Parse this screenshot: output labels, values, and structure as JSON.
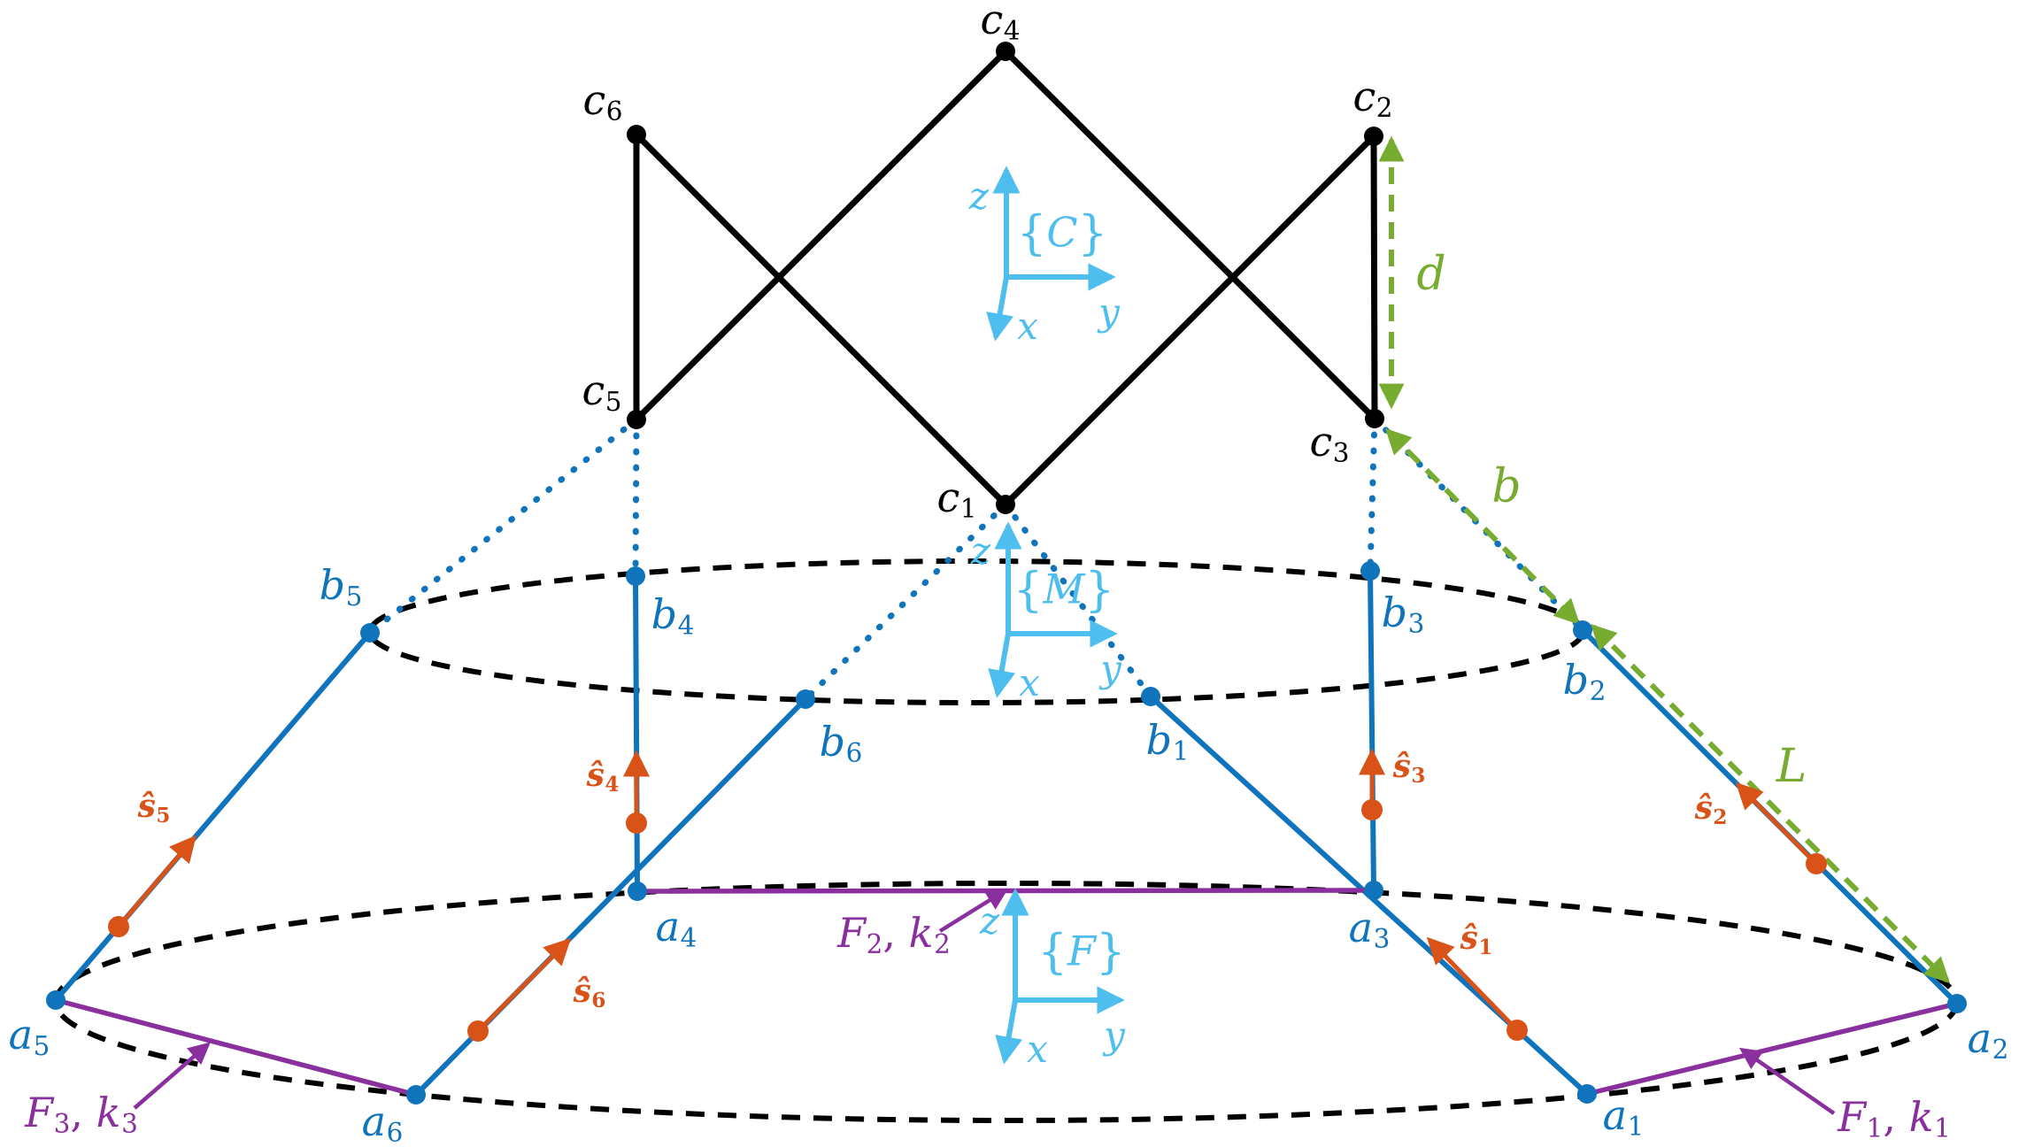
{
  "palette": {
    "background": "#FFFFFF",
    "black": "#000000",
    "blue": "#1074BC",
    "cyan": "#4DBEEE",
    "orange": "#D95319",
    "green": "#77AC30",
    "purple": "#8A2F9E"
  },
  "labels": {
    "c1": {
      "main": "c",
      "sub": "1"
    },
    "c2": {
      "main": "c",
      "sub": "2"
    },
    "c3": {
      "main": "c",
      "sub": "3"
    },
    "c4": {
      "main": "c",
      "sub": "4"
    },
    "c5": {
      "main": "c",
      "sub": "5"
    },
    "c6": {
      "main": "c",
      "sub": "6"
    },
    "b1": {
      "main": "b",
      "sub": "1"
    },
    "b2": {
      "main": "b",
      "sub": "2"
    },
    "b3": {
      "main": "b",
      "sub": "3"
    },
    "b4": {
      "main": "b",
      "sub": "4"
    },
    "b5": {
      "main": "b",
      "sub": "5"
    },
    "b6": {
      "main": "b",
      "sub": "6"
    },
    "a1": {
      "main": "a",
      "sub": "1"
    },
    "a2": {
      "main": "a",
      "sub": "2"
    },
    "a3": {
      "main": "a",
      "sub": "3"
    },
    "a4": {
      "main": "a",
      "sub": "4"
    },
    "a5": {
      "main": "a",
      "sub": "5"
    },
    "a6": {
      "main": "a",
      "sub": "6"
    }
  },
  "vectors": {
    "s1": {
      "main": "ŝ",
      "sub": "1"
    },
    "s2": {
      "main": "ŝ",
      "sub": "2"
    },
    "s3": {
      "main": "ŝ",
      "sub": "3"
    },
    "s4": {
      "main": "ŝ",
      "sub": "4"
    },
    "s5": {
      "main": "ŝ",
      "sub": "5"
    },
    "s6": {
      "main": "ŝ",
      "sub": "6"
    }
  },
  "springs": {
    "F1": {
      "force": "F",
      "force_sub": "1",
      "sep": ", ",
      "stiffness": "k",
      "stiffness_sub": "1"
    },
    "F2": {
      "force": "F",
      "force_sub": "2",
      "sep": ", ",
      "stiffness": "k",
      "stiffness_sub": "2"
    },
    "F3": {
      "force": "F",
      "force_sub": "3",
      "sep": ", ",
      "stiffness": "k",
      "stiffness_sub": "3"
    }
  },
  "dimensions": {
    "d": "d",
    "b": "b",
    "L": "L"
  },
  "frames": {
    "C": {
      "brace_l": "{",
      "letter": "C",
      "brace_r": "}",
      "axes": {
        "x": "x",
        "y": "y",
        "z": "z"
      }
    },
    "M": {
      "brace_l": "{",
      "letter": "M",
      "brace_r": "}",
      "axes": {
        "x": "x",
        "y": "y",
        "z": "z"
      }
    },
    "F": {
      "brace_l": "{",
      "letter": "F",
      "brace_r": "}",
      "axes": {
        "x": "x",
        "y": "y",
        "z": "z"
      }
    }
  },
  "structure": {
    "top_plate_edges": [
      [
        "c6",
        "c5"
      ],
      [
        "c2",
        "c3"
      ],
      [
        "c5",
        "c4"
      ],
      [
        "c4",
        "c3"
      ],
      [
        "c6",
        "c1"
      ],
      [
        "c2",
        "c1"
      ]
    ],
    "cables_dotted": [
      [
        "c5",
        "b5"
      ],
      [
        "c5",
        "b4"
      ],
      [
        "c1",
        "b6"
      ],
      [
        "c1",
        "b1"
      ],
      [
        "c3",
        "b3"
      ],
      [
        "c3",
        "b2"
      ]
    ],
    "legs": [
      [
        "a1",
        "b1"
      ],
      [
        "a2",
        "b2"
      ],
      [
        "a3",
        "b3"
      ],
      [
        "a4",
        "b4"
      ],
      [
        "a5",
        "b5"
      ],
      [
        "a6",
        "b6"
      ]
    ],
    "springs": [
      {
        "between": [
          "a1",
          "a2"
        ],
        "label": "F1, k1"
      },
      {
        "between": [
          "a3",
          "a4"
        ],
        "label": "F2, k2"
      },
      {
        "between": [
          "a5",
          "a6"
        ],
        "label": "F3, k3"
      }
    ],
    "unit_vectors": [
      {
        "name": "s1",
        "along_leg": [
          "a1",
          "b1"
        ]
      },
      {
        "name": "s2",
        "along_leg": [
          "a2",
          "b2"
        ]
      },
      {
        "name": "s3",
        "along_leg": [
          "a3",
          "b3"
        ]
      },
      {
        "name": "s4",
        "along_leg": [
          "a4",
          "b4"
        ]
      },
      {
        "name": "s5",
        "along_leg": [
          "a5",
          "b5"
        ]
      },
      {
        "name": "s6",
        "along_leg": [
          "a6",
          "b6"
        ]
      }
    ],
    "dimension_annotations": [
      {
        "name": "d",
        "from": "c2",
        "to": "c3"
      },
      {
        "name": "b",
        "from": "c3",
        "to": "b2"
      },
      {
        "name": "L",
        "from": "b2",
        "to": "a2"
      }
    ]
  }
}
